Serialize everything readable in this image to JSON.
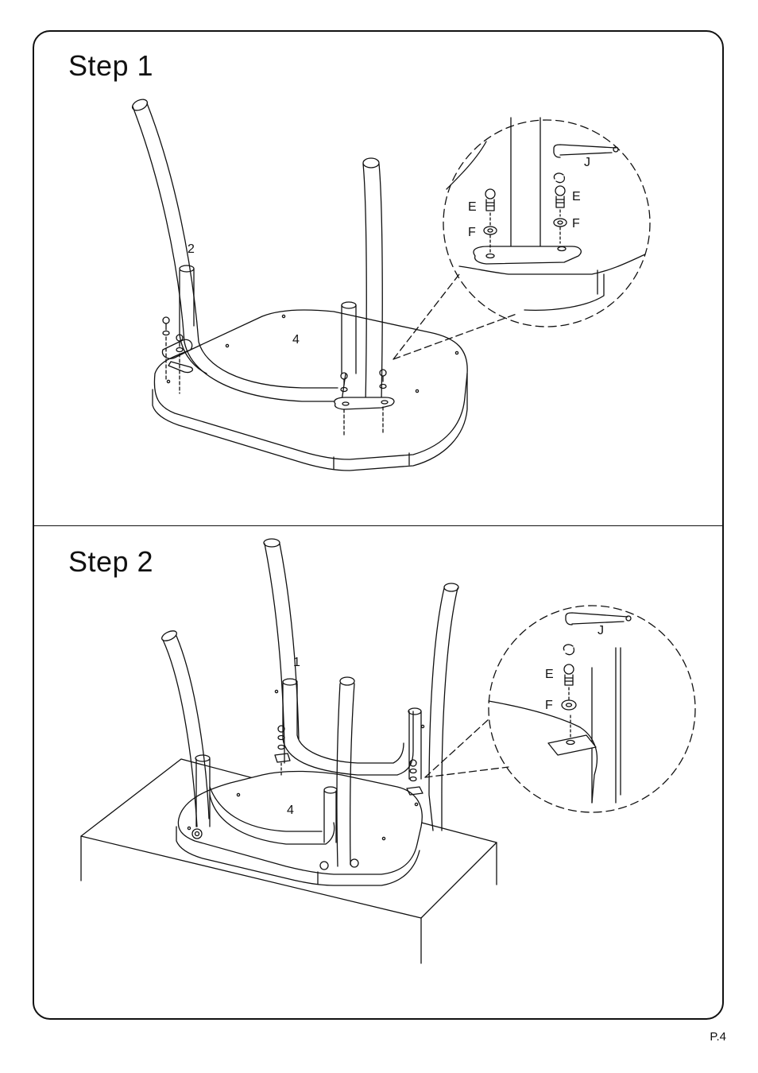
{
  "steps": [
    {
      "title": "Step  1",
      "labels": {
        "leg": "2",
        "seat": "4"
      },
      "detail_labels": {
        "key": "J",
        "bolt_left": "E",
        "washer_left": "F",
        "bolt_right": "E",
        "washer_right": "F"
      }
    },
    {
      "title": "Step  2",
      "labels": {
        "leg": "1",
        "seat": "4"
      },
      "detail_labels": {
        "key": "J",
        "bolt": "E",
        "washer": "F"
      }
    }
  ],
  "page_number": "P.4"
}
